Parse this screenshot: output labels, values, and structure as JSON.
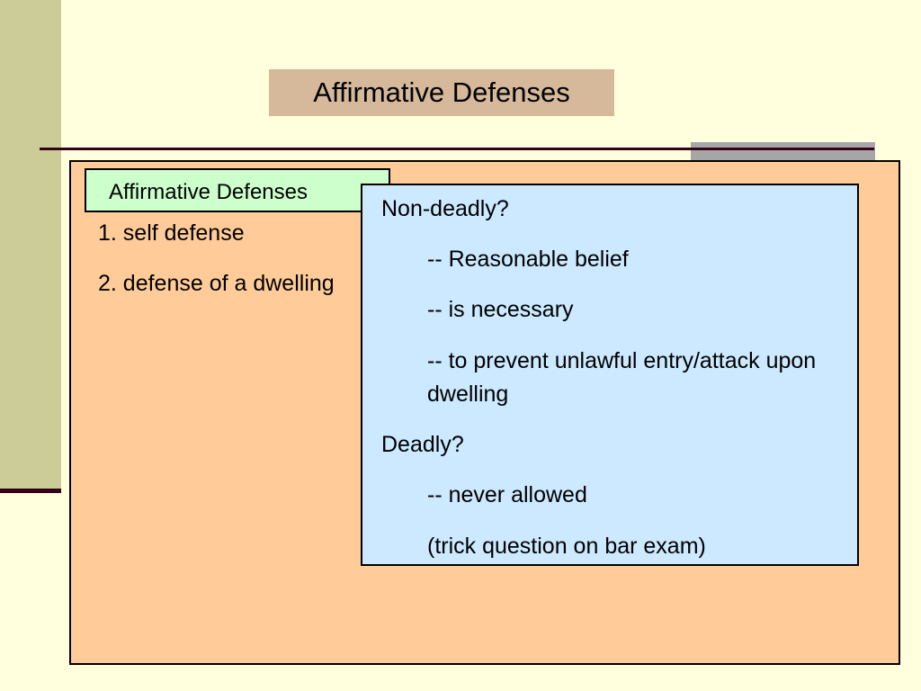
{
  "slide": {
    "title": "Affirmative Defenses",
    "subtitle": "Affirmative Defenses",
    "list": [
      "1. self defense",
      "2. defense of a dwelling"
    ]
  },
  "popup": {
    "lines": [
      "Non-deadly?",
      "-- Reasonable belief",
      "-- is necessary",
      "-- to prevent unlawful entry/attack upon dwelling",
      "Deadly?",
      "-- never allowed",
      "(trick question on bar exam)"
    ]
  },
  "colors": {
    "background": "#ffffdd",
    "left_bar": "#cccc99",
    "accent_line": "#33001a",
    "title_box": "#d6b99a",
    "main_panel": "#ffcc99",
    "subtitle_box": "#ccffcc",
    "popup_box": "#cce9ff"
  }
}
